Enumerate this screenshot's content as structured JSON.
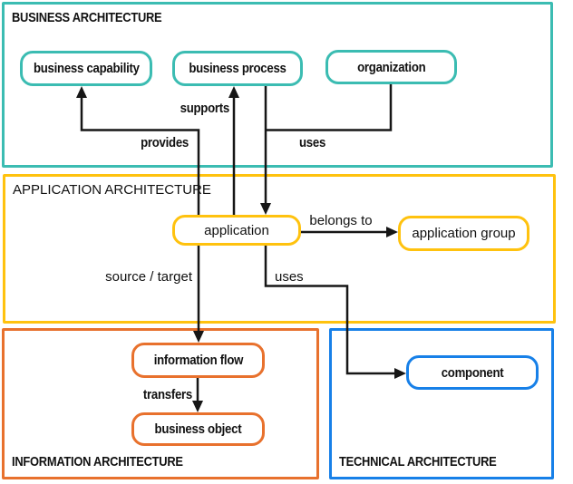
{
  "colors": {
    "business": "#3bbcb2",
    "application": "#ffc20e",
    "information": "#e8712d",
    "technical": "#1780e8",
    "line": "#161616",
    "text": "#111111"
  },
  "sections": {
    "business": {
      "title": "BUSINESS ARCHITECTURE"
    },
    "application": {
      "title": "APPLICATION ARCHITECTURE"
    },
    "information": {
      "title": "INFORMATION ARCHITECTURE"
    },
    "technical": {
      "title": "TECHNICAL ARCHITECTURE"
    }
  },
  "nodes": {
    "business_capability": {
      "label": "business capability"
    },
    "business_process": {
      "label": "business process"
    },
    "organization": {
      "label": "organization"
    },
    "application": {
      "label": "application"
    },
    "application_group": {
      "label": "application group"
    },
    "information_flow": {
      "label": "information flow"
    },
    "business_object": {
      "label": "business object"
    },
    "component": {
      "label": "component"
    }
  },
  "edges": {
    "provides": {
      "label": "provides",
      "from": "application",
      "to": "business_capability"
    },
    "supports": {
      "label": "supports",
      "from": "application",
      "to": "business_process"
    },
    "uses_top": {
      "label": "uses",
      "from": "organization",
      "to": "application"
    },
    "belongs_to": {
      "label": "belongs to",
      "from": "application",
      "to": "application_group"
    },
    "source_target": {
      "label": "source / target",
      "from": "application",
      "to": "information_flow"
    },
    "uses_bottom": {
      "label": "uses",
      "from": "application",
      "to": "component"
    },
    "transfers": {
      "label": "transfers",
      "from": "information_flow",
      "to": "business_object"
    }
  }
}
